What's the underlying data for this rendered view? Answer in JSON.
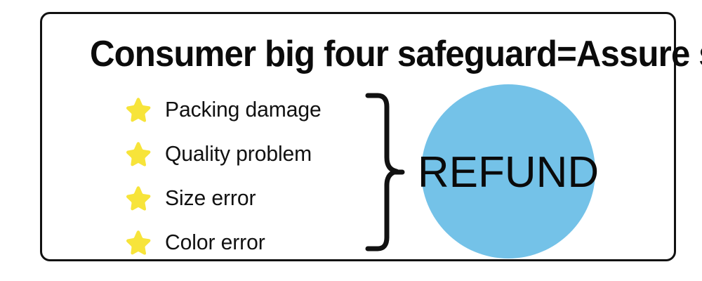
{
  "card": {
    "border_color": "#111111",
    "background_color": "#ffffff"
  },
  "headline": {
    "text": "Consumer big four safeguard=Assure shopping"
  },
  "reasons": {
    "bullet_icon": "star-icon",
    "bullet_color": "#F7E43A",
    "items": [
      {
        "label": "Packing damage"
      },
      {
        "label": "Quality problem"
      },
      {
        "label": "Size error"
      },
      {
        "label": "Color error"
      }
    ]
  },
  "brace": {
    "icon": "curly-brace-right-icon",
    "color": "#111111"
  },
  "refund_badge": {
    "label": "REFUND",
    "shape": "circle",
    "fill_color": "#74c2e8",
    "text_color": "#0a0a0a"
  }
}
